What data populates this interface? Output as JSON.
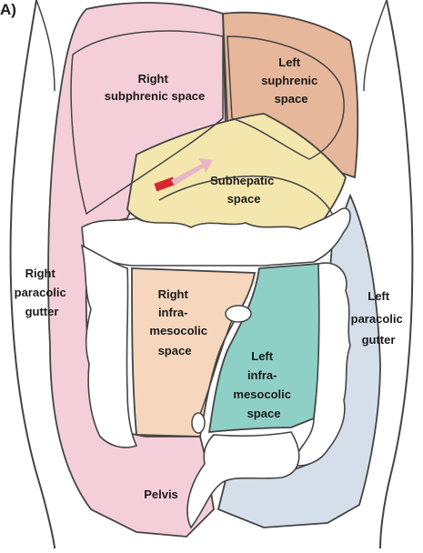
{
  "panel_label": "A)",
  "labels": {
    "right_subphrenic": [
      "Right",
      "subphrenic space"
    ],
    "left_suphrenic": [
      "Left",
      "suphrenic",
      "space"
    ],
    "subhepatic": [
      "Subhepatic",
      "space"
    ],
    "right_paracolic": [
      "Right",
      "paracolic",
      "gutter"
    ],
    "left_paracolic": [
      "Left",
      "paracolic",
      "gutter"
    ],
    "right_inframesocolic": [
      "Right",
      "infra-",
      "mesocolic",
      "space"
    ],
    "left_inframesocolic": [
      "Left",
      "infra-",
      "mesocolic",
      "space"
    ],
    "pelvis": [
      "Pelvis"
    ]
  },
  "colors": {
    "right_subphrenic": "#f4cfd9",
    "left_suphrenic": "#e6b79a",
    "subhepatic": "#f3e7ae",
    "left_paracolic": "#d5dfea",
    "right_inframesocolic": "#f6d7bd",
    "left_inframesocolic": "#8fd0c6",
    "colon": "#ffffff",
    "outline": "#444444",
    "marker": "#d6262f",
    "arrow": "#e9b6c6"
  }
}
